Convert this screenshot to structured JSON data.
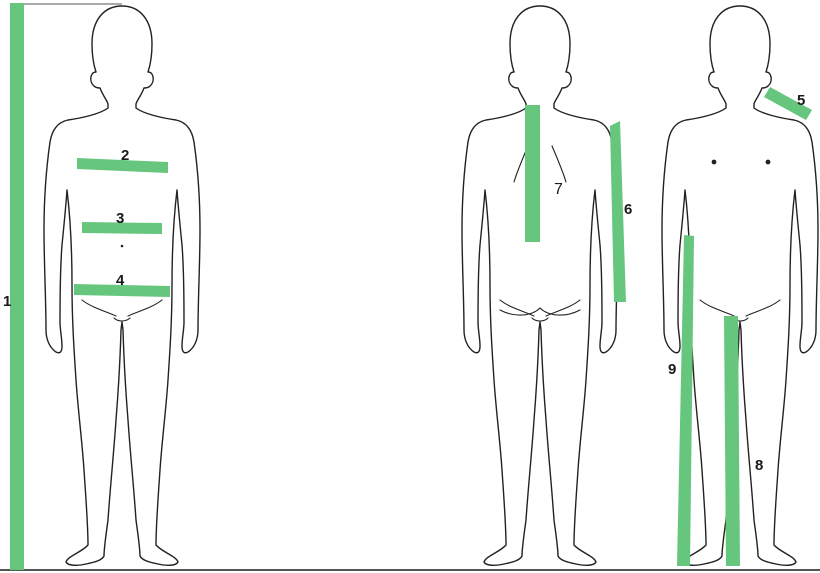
{
  "colors": {
    "measurement_band": "#66c67e",
    "outline": "#222222",
    "background": "#ffffff"
  },
  "labels": {
    "m1": "1",
    "m2": "2",
    "m3": "3",
    "m4": "4",
    "m5": "5",
    "m6": "6",
    "m7": "7",
    "m8": "8",
    "m9": "9"
  }
}
